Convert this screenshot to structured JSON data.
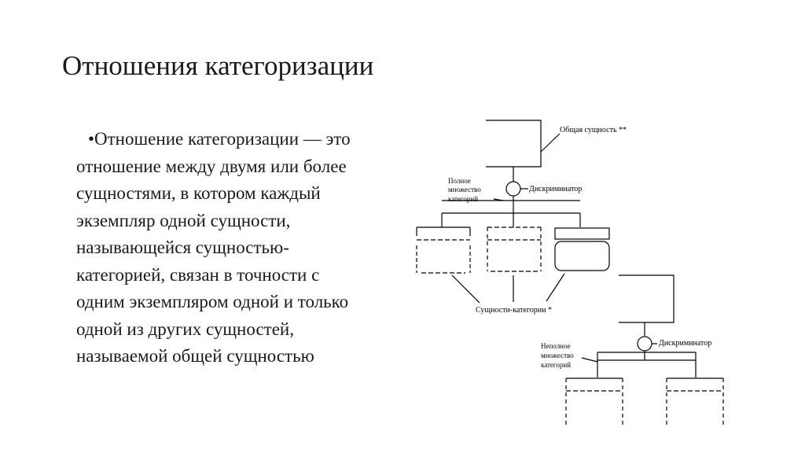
{
  "slide": {
    "title": "Отношения категоризации",
    "bullet_char": "•",
    "body": "Отношение категоризации — это отношение между двумя или более сущностями, в котором каждый экземпляр одной сущности, называющейся сущностью-категорией, связан в точности с одним экземпляром одной и только одной из других сущностей, называемой общей сущностью"
  },
  "diagram": {
    "labels": {
      "general_entity": "Общая сущность **",
      "discriminator_1": "Дискриминатор",
      "complete_set_line1": "Полное",
      "complete_set_line2": "множество",
      "complete_set_line3": "категорий",
      "category_entities": "Сущности-категории *",
      "discriminator_2": "Дискриминатор",
      "incomplete_set_line1": "Неполное",
      "incomplete_set_line2": "множество",
      "incomplete_set_line3": "категорий"
    }
  }
}
